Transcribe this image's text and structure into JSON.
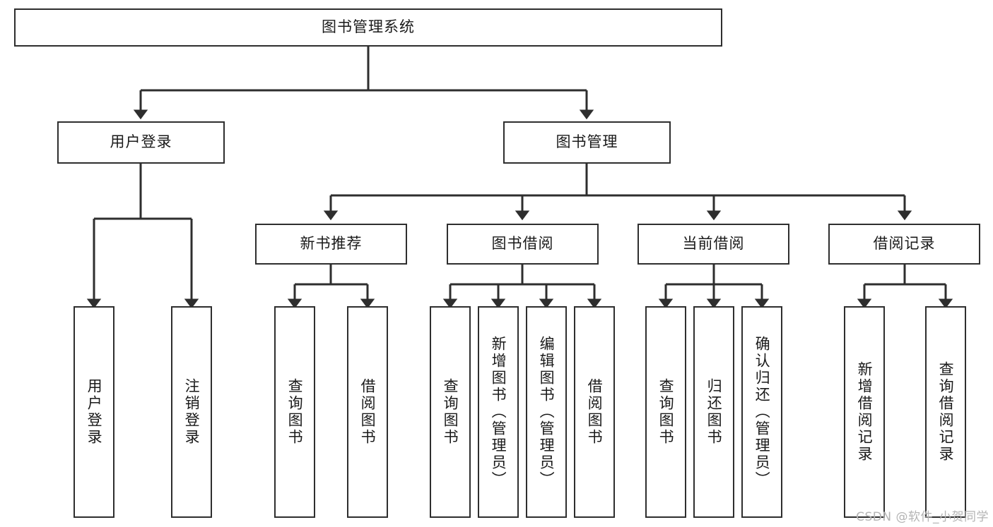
{
  "diagram": {
    "title": "图书管理系统",
    "type": "tree",
    "line_color": "#2e2e2e",
    "box_fill": "#ffffff",
    "text_color": "#1a1a1a"
  },
  "root": {
    "label": "图书管理系统"
  },
  "level2": [
    {
      "label": "用户登录"
    },
    {
      "label": "图书管理"
    }
  ],
  "level3": [
    {
      "label": "新书推荐"
    },
    {
      "label": "图书借阅"
    },
    {
      "label": "当前借阅"
    },
    {
      "label": "借阅记录"
    }
  ],
  "leaves": {
    "user_login": [
      {
        "label": "用户登录"
      },
      {
        "label": "注销登录"
      }
    ],
    "new_book": [
      {
        "label": "查询图书"
      },
      {
        "label": "借阅图书"
      }
    ],
    "book_borrow": [
      {
        "label": "查询图书"
      },
      {
        "label": "新增图书（管理员）"
      },
      {
        "label": "编辑图书（管理员）"
      },
      {
        "label": "借阅图书"
      }
    ],
    "current_borrow": [
      {
        "label": "查询图书"
      },
      {
        "label": "归还图书"
      },
      {
        "label": "确认归还（管理员）"
      }
    ],
    "borrow_record": [
      {
        "label": "新增借阅记录"
      },
      {
        "label": "查询借阅记录"
      }
    ]
  },
  "watermark": {
    "text": "CSDN @软件_小贺同学"
  }
}
